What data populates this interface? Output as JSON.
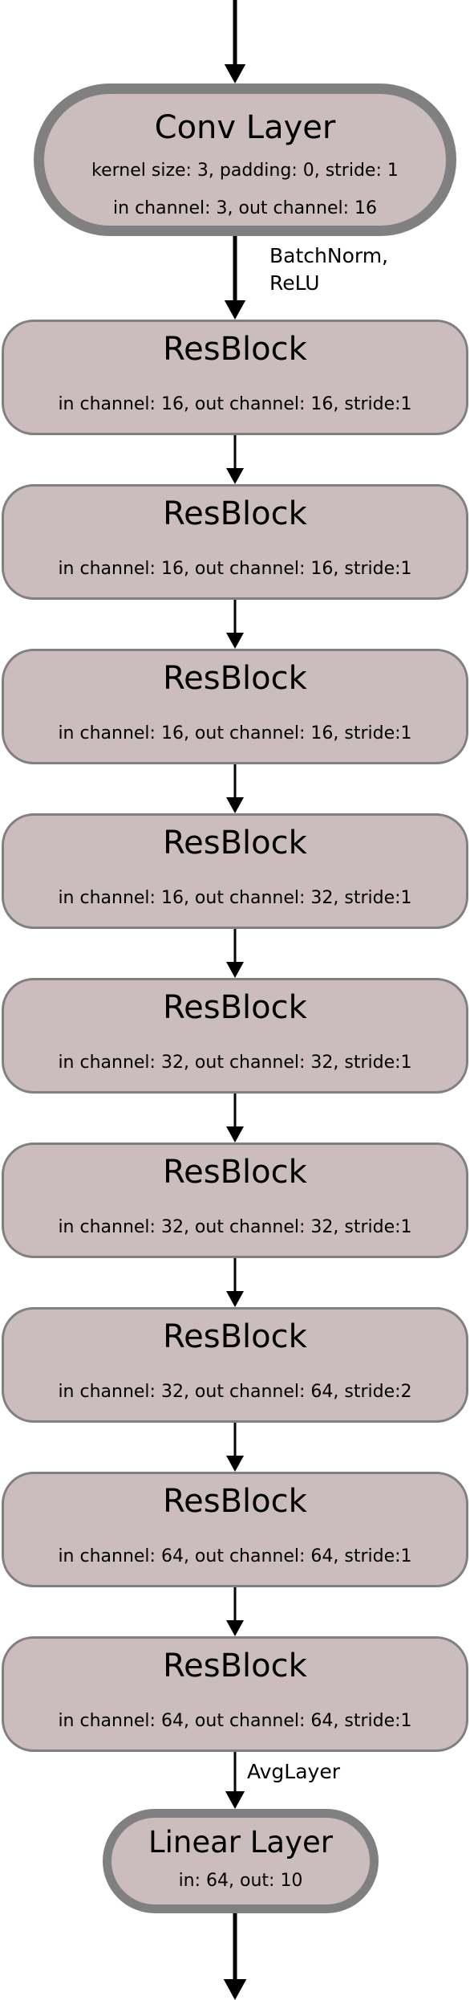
{
  "diagram": {
    "colors": {
      "node_fill": "#cbbdbd",
      "node_border": "#808080",
      "arrow": "#000000",
      "background": "#ffffff"
    },
    "conv_layer": {
      "title": "Conv Layer",
      "detail_1": "kernel size: 3, padding: 0, stride: 1",
      "detail_2": "in channel: 3, out channel: 16"
    },
    "edge_labels": {
      "after_conv": "BatchNorm, ReLU",
      "before_linear": "AvgLayer"
    },
    "res_blocks": [
      {
        "title": "ResBlock",
        "detail": "in channel: 16, out channel: 16, stride:1"
      },
      {
        "title": "ResBlock",
        "detail": "in channel: 16, out channel: 16, stride:1"
      },
      {
        "title": "ResBlock",
        "detail": "in channel: 16, out channel: 16, stride:1"
      },
      {
        "title": "ResBlock",
        "detail": "in channel: 16, out channel: 32, stride:1"
      },
      {
        "title": "ResBlock",
        "detail": "in channel: 32, out channel: 32, stride:1"
      },
      {
        "title": "ResBlock",
        "detail": "in channel: 32, out channel: 32, stride:1"
      },
      {
        "title": "ResBlock",
        "detail": "in channel: 32, out channel: 64, stride:2"
      },
      {
        "title": "ResBlock",
        "detail": "in channel: 64, out channel: 64, stride:1"
      },
      {
        "title": "ResBlock",
        "detail": "in channel: 64, out channel: 64, stride:1"
      }
    ],
    "linear_layer": {
      "title": "Linear Layer",
      "detail": "in: 64, out: 10"
    }
  }
}
